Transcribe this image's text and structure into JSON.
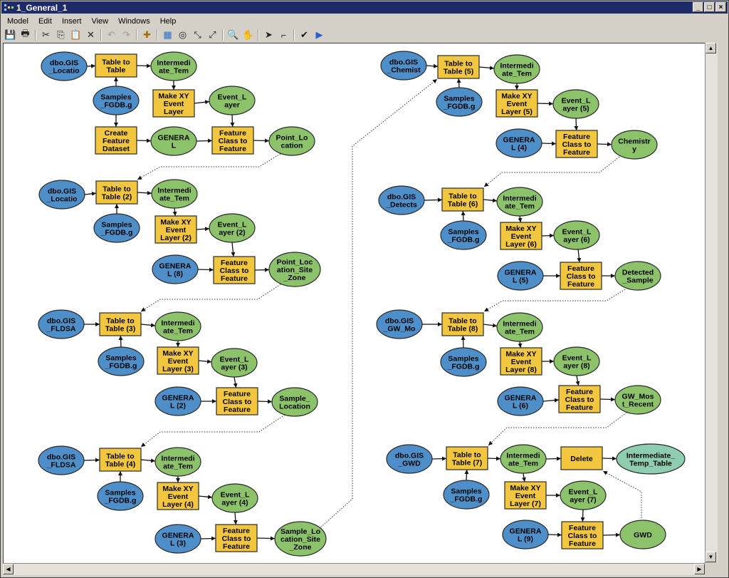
{
  "window": {
    "title": "1_General_1",
    "controls": {
      "minimize": "_",
      "maximize": "□",
      "close": "×"
    }
  },
  "menubar": {
    "items": [
      "Model",
      "Edit",
      "Insert",
      "View",
      "Windows",
      "Help"
    ]
  },
  "toolbar": {
    "buttons": [
      {
        "name": "save-icon",
        "glyph": "💾",
        "enabled": true
      },
      {
        "name": "print-icon",
        "glyph": "🖶",
        "enabled": true
      },
      {
        "sep": true
      },
      {
        "name": "cut-icon",
        "glyph": "✂",
        "enabled": true
      },
      {
        "name": "copy-icon",
        "glyph": "⎘",
        "enabled": true
      },
      {
        "name": "paste-icon",
        "glyph": "📋",
        "enabled": true
      },
      {
        "name": "delete-icon",
        "glyph": "✕",
        "enabled": true
      },
      {
        "sep": true
      },
      {
        "name": "undo-icon",
        "glyph": "↶",
        "enabled": false
      },
      {
        "name": "redo-icon",
        "glyph": "↷",
        "enabled": false
      },
      {
        "sep": true
      },
      {
        "name": "add-data-icon",
        "glyph": "✚",
        "enabled": true
      },
      {
        "sep": true
      },
      {
        "name": "auto-layout-icon",
        "glyph": "▦",
        "enabled": true
      },
      {
        "name": "full-extent-icon",
        "glyph": "◎",
        "enabled": true
      },
      {
        "name": "zoom-in-fixed-icon",
        "glyph": "⤡",
        "enabled": true
      },
      {
        "name": "zoom-out-fixed-icon",
        "glyph": "⤢",
        "enabled": true
      },
      {
        "sep": true
      },
      {
        "name": "zoom-icon",
        "glyph": "🔍",
        "enabled": true
      },
      {
        "name": "pan-icon",
        "glyph": "✋",
        "enabled": true
      },
      {
        "sep": true
      },
      {
        "name": "select-pointer-icon",
        "glyph": "➤",
        "enabled": true
      },
      {
        "name": "connect-icon",
        "glyph": "⌐",
        "enabled": true
      },
      {
        "sep": true
      },
      {
        "name": "validate-icon",
        "glyph": "✔",
        "enabled": true
      },
      {
        "name": "run-icon",
        "glyph": "▶",
        "enabled": true
      }
    ]
  },
  "colors": {
    "input_data": "#4f8fc9",
    "tool": "#f3c63f",
    "derived_data": "#8cc36a",
    "final_output": "#8ecdb0",
    "stroke": "#2a2a2a"
  },
  "diagram": {
    "nodes": [
      {
        "id": "a_src",
        "type": "input",
        "label": [
          "dbo.GIS",
          "_Locatio"
        ]
      },
      {
        "id": "a_tt",
        "type": "tool",
        "label": [
          "Table to",
          "Table"
        ]
      },
      {
        "id": "a_int",
        "type": "derived",
        "label": [
          "Intermedi",
          "ate_Tem"
        ]
      },
      {
        "id": "a_smp",
        "type": "input",
        "label": [
          "Samples",
          "_FGDB.g"
        ]
      },
      {
        "id": "a_mxy",
        "type": "tool",
        "label": [
          "Make XY",
          "Event",
          "Layer"
        ]
      },
      {
        "id": "a_evt",
        "type": "derived",
        "label": [
          "Event_L",
          "ayer"
        ]
      },
      {
        "id": "a_cfd",
        "type": "tool",
        "label": [
          "Create",
          "Feature",
          "Dataset"
        ]
      },
      {
        "id": "a_gen",
        "type": "derived",
        "label": [
          "GENERA",
          "L"
        ]
      },
      {
        "id": "a_fc",
        "type": "tool",
        "label": [
          "Feature",
          "Class to",
          "Feature"
        ]
      },
      {
        "id": "a_out",
        "type": "derived",
        "label": [
          "Point_Lo",
          "cation"
        ]
      },
      {
        "id": "b_src",
        "type": "input",
        "label": [
          "dbo.GIS",
          "_Locatio"
        ]
      },
      {
        "id": "b_tt",
        "type": "tool",
        "label": [
          "Table to",
          "Table (2)"
        ]
      },
      {
        "id": "b_int",
        "type": "derived",
        "label": [
          "Intermedi",
          "ate_Tem"
        ]
      },
      {
        "id": "b_smp",
        "type": "input",
        "label": [
          "Samples",
          "_FGDB.g"
        ]
      },
      {
        "id": "b_mxy",
        "type": "tool",
        "label": [
          "Make XY",
          "Event",
          "Layer (2)"
        ]
      },
      {
        "id": "b_evt",
        "type": "derived",
        "label": [
          "Event_L",
          "ayer (2)"
        ]
      },
      {
        "id": "b_gen",
        "type": "input",
        "label": [
          "GENERA",
          "L (8)"
        ]
      },
      {
        "id": "b_fc",
        "type": "tool",
        "label": [
          "Feature",
          "Class to",
          "Feature"
        ]
      },
      {
        "id": "b_out",
        "type": "derived",
        "label": [
          "Point_Loc",
          "ation_Site",
          "_Zone"
        ]
      },
      {
        "id": "c_src",
        "type": "input",
        "label": [
          "dbo.GIS",
          "_FLDSA"
        ]
      },
      {
        "id": "c_tt",
        "type": "tool",
        "label": [
          "Table to",
          "Table (3)"
        ]
      },
      {
        "id": "c_int",
        "type": "derived",
        "label": [
          "Intermedi",
          "ate_Tem"
        ]
      },
      {
        "id": "c_smp",
        "type": "input",
        "label": [
          "Samples",
          "_FGDB.g"
        ]
      },
      {
        "id": "c_mxy",
        "type": "tool",
        "label": [
          "Make XY",
          "Event",
          "Layer (3)"
        ]
      },
      {
        "id": "c_evt",
        "type": "derived",
        "label": [
          "Event_L",
          "ayer (3)"
        ]
      },
      {
        "id": "c_gen",
        "type": "input",
        "label": [
          "GENERA",
          "L (2)"
        ]
      },
      {
        "id": "c_fc",
        "type": "tool",
        "label": [
          "Feature",
          "Class to",
          "Feature"
        ]
      },
      {
        "id": "c_out",
        "type": "derived",
        "label": [
          "Sample_",
          "Location"
        ]
      },
      {
        "id": "d_src",
        "type": "input",
        "label": [
          "dbo.GIS",
          "_FLDSA"
        ]
      },
      {
        "id": "d_tt",
        "type": "tool",
        "label": [
          "Table to",
          "Table (4)"
        ]
      },
      {
        "id": "d_int",
        "type": "derived",
        "label": [
          "Intermedi",
          "ate_Tem"
        ]
      },
      {
        "id": "d_smp",
        "type": "input",
        "label": [
          "Samples",
          "_FGDB.g"
        ]
      },
      {
        "id": "d_mxy",
        "type": "tool",
        "label": [
          "Make XY",
          "Event",
          "Layer (4)"
        ]
      },
      {
        "id": "d_evt",
        "type": "derived",
        "label": [
          "Event_L",
          "ayer (4)"
        ]
      },
      {
        "id": "d_gen",
        "type": "input",
        "label": [
          "GENERA",
          "L (3)"
        ]
      },
      {
        "id": "d_fc",
        "type": "tool",
        "label": [
          "Feature",
          "Class to",
          "Feature"
        ]
      },
      {
        "id": "d_out",
        "type": "derived",
        "label": [
          "Sample_Lo",
          "cation_Site",
          "_Zone"
        ]
      },
      {
        "id": "e_src",
        "type": "input",
        "label": [
          "dbo.GIS",
          "_Chemist"
        ]
      },
      {
        "id": "e_tt",
        "type": "tool",
        "label": [
          "Table to",
          "Table (5)"
        ]
      },
      {
        "id": "e_int",
        "type": "derived",
        "label": [
          "Intermedi",
          "ate_Tem"
        ]
      },
      {
        "id": "e_smp",
        "type": "input",
        "label": [
          "Samples",
          "_FGDB.g"
        ]
      },
      {
        "id": "e_mxy",
        "type": "tool",
        "label": [
          "Make XY",
          "Event",
          "Layer (5)"
        ]
      },
      {
        "id": "e_evt",
        "type": "derived",
        "label": [
          "Event_L",
          "ayer (5)"
        ]
      },
      {
        "id": "e_gen",
        "type": "input",
        "label": [
          "GENERA",
          "L (4)"
        ]
      },
      {
        "id": "e_fc",
        "type": "tool",
        "label": [
          "Feature",
          "Class to",
          "Feature"
        ]
      },
      {
        "id": "e_out",
        "type": "derived",
        "label": [
          "Chemistr",
          "y"
        ]
      },
      {
        "id": "f_src",
        "type": "input",
        "label": [
          "dbo.GIS",
          "_Detects"
        ]
      },
      {
        "id": "f_tt",
        "type": "tool",
        "label": [
          "Table to",
          "Table (6)"
        ]
      },
      {
        "id": "f_int",
        "type": "derived",
        "label": [
          "Intermedi",
          "ate_Tem"
        ]
      },
      {
        "id": "f_smp",
        "type": "input",
        "label": [
          "Samples",
          "_FGDB.g"
        ]
      },
      {
        "id": "f_mxy",
        "type": "tool",
        "label": [
          "Make XY",
          "Event",
          "Layer (6)"
        ]
      },
      {
        "id": "f_evt",
        "type": "derived",
        "label": [
          "Event_L",
          "ayer (6)"
        ]
      },
      {
        "id": "f_gen",
        "type": "input",
        "label": [
          "GENERA",
          "L (5)"
        ]
      },
      {
        "id": "f_fc",
        "type": "tool",
        "label": [
          "Feature",
          "Class to",
          "Feature"
        ]
      },
      {
        "id": "f_out",
        "type": "derived",
        "label": [
          "Detected",
          "_Sample"
        ]
      },
      {
        "id": "g_src",
        "type": "input",
        "label": [
          "dbo.GIS",
          "_GW_Mo"
        ]
      },
      {
        "id": "g_tt",
        "type": "tool",
        "label": [
          "Table to",
          "Table (8)"
        ]
      },
      {
        "id": "g_int",
        "type": "derived",
        "label": [
          "Intermedi",
          "ate_Tem"
        ]
      },
      {
        "id": "g_smp",
        "type": "input",
        "label": [
          "Samples",
          "_FGDB.g"
        ]
      },
      {
        "id": "g_mxy",
        "type": "tool",
        "label": [
          "Make XY",
          "Event",
          "Layer (8)"
        ]
      },
      {
        "id": "g_evt",
        "type": "derived",
        "label": [
          "Event_L",
          "ayer (8)"
        ]
      },
      {
        "id": "g_gen",
        "type": "input",
        "label": [
          "GENERA",
          "L (6)"
        ]
      },
      {
        "id": "g_fc",
        "type": "tool",
        "label": [
          "Feature",
          "Class to",
          "Feature"
        ]
      },
      {
        "id": "g_out",
        "type": "derived",
        "label": [
          "GW_Mos",
          "t_Recent"
        ]
      },
      {
        "id": "h_src",
        "type": "input",
        "label": [
          "dbo.GIS",
          "_GWD"
        ]
      },
      {
        "id": "h_tt",
        "type": "tool",
        "label": [
          "Table to",
          "Table (7)"
        ]
      },
      {
        "id": "h_int",
        "type": "derived",
        "label": [
          "Intermedi",
          "ate_Tem"
        ]
      },
      {
        "id": "h_del",
        "type": "tool",
        "label": [
          "Delete"
        ]
      },
      {
        "id": "h_tmp",
        "type": "final",
        "label": [
          "Intermediate_",
          "Temp_Table"
        ]
      },
      {
        "id": "h_smp",
        "type": "input",
        "label": [
          "Samples",
          "_FGDB.g"
        ]
      },
      {
        "id": "h_mxy",
        "type": "tool",
        "label": [
          "Make XY",
          "Event",
          "Layer (7)"
        ]
      },
      {
        "id": "h_evt",
        "type": "derived",
        "label": [
          "Event_L",
          "ayer (7)"
        ]
      },
      {
        "id": "h_gen",
        "type": "input",
        "label": [
          "GENERA",
          "L (9)"
        ]
      },
      {
        "id": "h_fc",
        "type": "tool",
        "label": [
          "Feature",
          "Class to",
          "Feature"
        ]
      },
      {
        "id": "h_out",
        "type": "derived",
        "label": [
          "GWD"
        ]
      }
    ],
    "edges": [
      [
        "a_src",
        "a_tt"
      ],
      [
        "a_smp",
        "a_tt"
      ],
      [
        "a_tt",
        "a_int"
      ],
      [
        "a_int",
        "a_mxy"
      ],
      [
        "a_mxy",
        "a_evt"
      ],
      [
        "a_smp",
        "a_cfd"
      ],
      [
        "a_cfd",
        "a_gen"
      ],
      [
        "a_gen",
        "a_fc"
      ],
      [
        "a_evt",
        "a_fc"
      ],
      [
        "a_fc",
        "a_out"
      ],
      [
        "b_src",
        "b_tt"
      ],
      [
        "b_smp",
        "b_tt"
      ],
      [
        "b_tt",
        "b_int"
      ],
      [
        "b_int",
        "b_mxy"
      ],
      [
        "b_mxy",
        "b_evt"
      ],
      [
        "b_gen",
        "b_fc"
      ],
      [
        "b_evt",
        "b_fc"
      ],
      [
        "b_fc",
        "b_out"
      ],
      [
        "c_src",
        "c_tt"
      ],
      [
        "c_smp",
        "c_tt"
      ],
      [
        "c_tt",
        "c_int"
      ],
      [
        "c_int",
        "c_mxy"
      ],
      [
        "c_mxy",
        "c_evt"
      ],
      [
        "c_gen",
        "c_fc"
      ],
      [
        "c_evt",
        "c_fc"
      ],
      [
        "c_fc",
        "c_out"
      ],
      [
        "d_src",
        "d_tt"
      ],
      [
        "d_smp",
        "d_tt"
      ],
      [
        "d_tt",
        "d_int"
      ],
      [
        "d_int",
        "d_mxy"
      ],
      [
        "d_mxy",
        "d_evt"
      ],
      [
        "d_gen",
        "d_fc"
      ],
      [
        "d_evt",
        "d_fc"
      ],
      [
        "d_fc",
        "d_out"
      ],
      [
        "e_src",
        "e_tt"
      ],
      [
        "e_smp",
        "e_tt"
      ],
      [
        "e_tt",
        "e_int"
      ],
      [
        "e_int",
        "e_mxy"
      ],
      [
        "e_mxy",
        "e_evt"
      ],
      [
        "e_gen",
        "e_fc"
      ],
      [
        "e_evt",
        "e_fc"
      ],
      [
        "e_fc",
        "e_out"
      ],
      [
        "f_src",
        "f_tt"
      ],
      [
        "f_smp",
        "f_tt"
      ],
      [
        "f_tt",
        "f_int"
      ],
      [
        "f_int",
        "f_mxy"
      ],
      [
        "f_mxy",
        "f_evt"
      ],
      [
        "f_gen",
        "f_fc"
      ],
      [
        "f_evt",
        "f_fc"
      ],
      [
        "f_fc",
        "f_out"
      ],
      [
        "g_src",
        "g_tt"
      ],
      [
        "g_smp",
        "g_tt"
      ],
      [
        "g_tt",
        "g_int"
      ],
      [
        "g_int",
        "g_mxy"
      ],
      [
        "g_mxy",
        "g_evt"
      ],
      [
        "g_gen",
        "g_fc"
      ],
      [
        "g_evt",
        "g_fc"
      ],
      [
        "g_fc",
        "g_out"
      ],
      [
        "h_src",
        "h_tt"
      ],
      [
        "h_smp",
        "h_tt"
      ],
      [
        "h_tt",
        "h_int"
      ],
      [
        "h_int",
        "h_del"
      ],
      [
        "h_del",
        "h_tmp"
      ],
      [
        "h_int",
        "h_mxy"
      ],
      [
        "h_mxy",
        "h_evt"
      ],
      [
        "h_gen",
        "h_fc"
      ],
      [
        "h_evt",
        "h_fc"
      ],
      [
        "h_fc",
        "h_out"
      ]
    ],
    "preconditions": [
      [
        "a_out",
        "b_tt"
      ],
      [
        "b_out",
        "c_tt"
      ],
      [
        "c_out",
        "d_tt"
      ],
      [
        "d_out",
        "e_tt"
      ],
      [
        "e_out",
        "f_tt"
      ],
      [
        "f_out",
        "g_tt"
      ],
      [
        "g_out",
        "h_tt"
      ],
      [
        "h_out",
        "h_del"
      ]
    ]
  }
}
